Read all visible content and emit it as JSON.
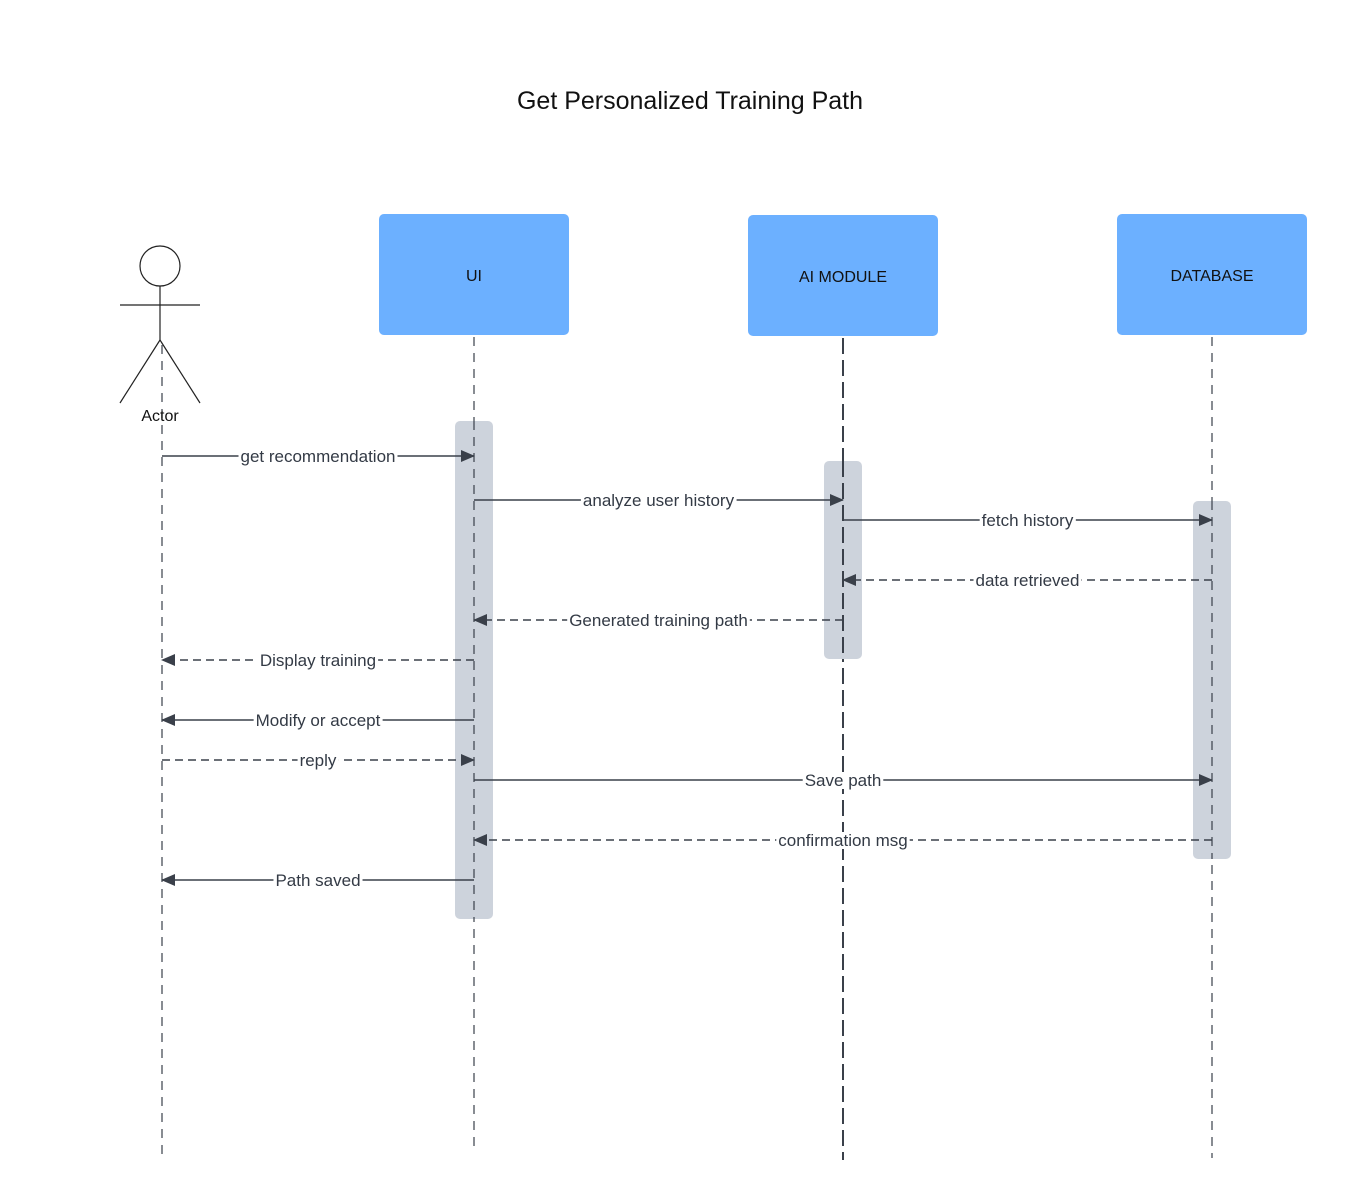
{
  "title": "Get Personalized Training Path",
  "colors": {
    "participant_fill": "#6cb0ff",
    "activation_fill": "#cdd3dc",
    "line": "#3a404a",
    "lifeline": "#3a404a",
    "text": "#111111"
  },
  "actor": {
    "label": "Actor",
    "icon": "stick-figure-icon"
  },
  "participants": [
    {
      "id": "ui",
      "label": "UI"
    },
    {
      "id": "ai",
      "label": "AI MODULE"
    },
    {
      "id": "db",
      "label": "DATABASE"
    }
  ],
  "messages": [
    {
      "from": "actor",
      "to": "ui",
      "label": "get recommendation",
      "style": "solid"
    },
    {
      "from": "ui",
      "to": "ai",
      "label": "analyze user history",
      "style": "solid"
    },
    {
      "from": "ai",
      "to": "db",
      "label": "fetch history",
      "style": "solid"
    },
    {
      "from": "db",
      "to": "ai",
      "label": "data retrieved",
      "style": "dashed"
    },
    {
      "from": "ai",
      "to": "ui",
      "label": "Generated training path",
      "style": "dashed"
    },
    {
      "from": "ui",
      "to": "actor",
      "label": "Display training",
      "style": "dashed"
    },
    {
      "from": "ui",
      "to": "actor",
      "label": "Modify or accept",
      "style": "solid"
    },
    {
      "from": "actor",
      "to": "ui",
      "label": "reply",
      "style": "dashed"
    },
    {
      "from": "ui",
      "to": "db",
      "label": "Save path",
      "style": "solid"
    },
    {
      "from": "db",
      "to": "ui",
      "label": "confirmation msg",
      "style": "dashed"
    },
    {
      "from": "ui",
      "to": "actor",
      "label": "Path saved",
      "style": "solid"
    }
  ]
}
